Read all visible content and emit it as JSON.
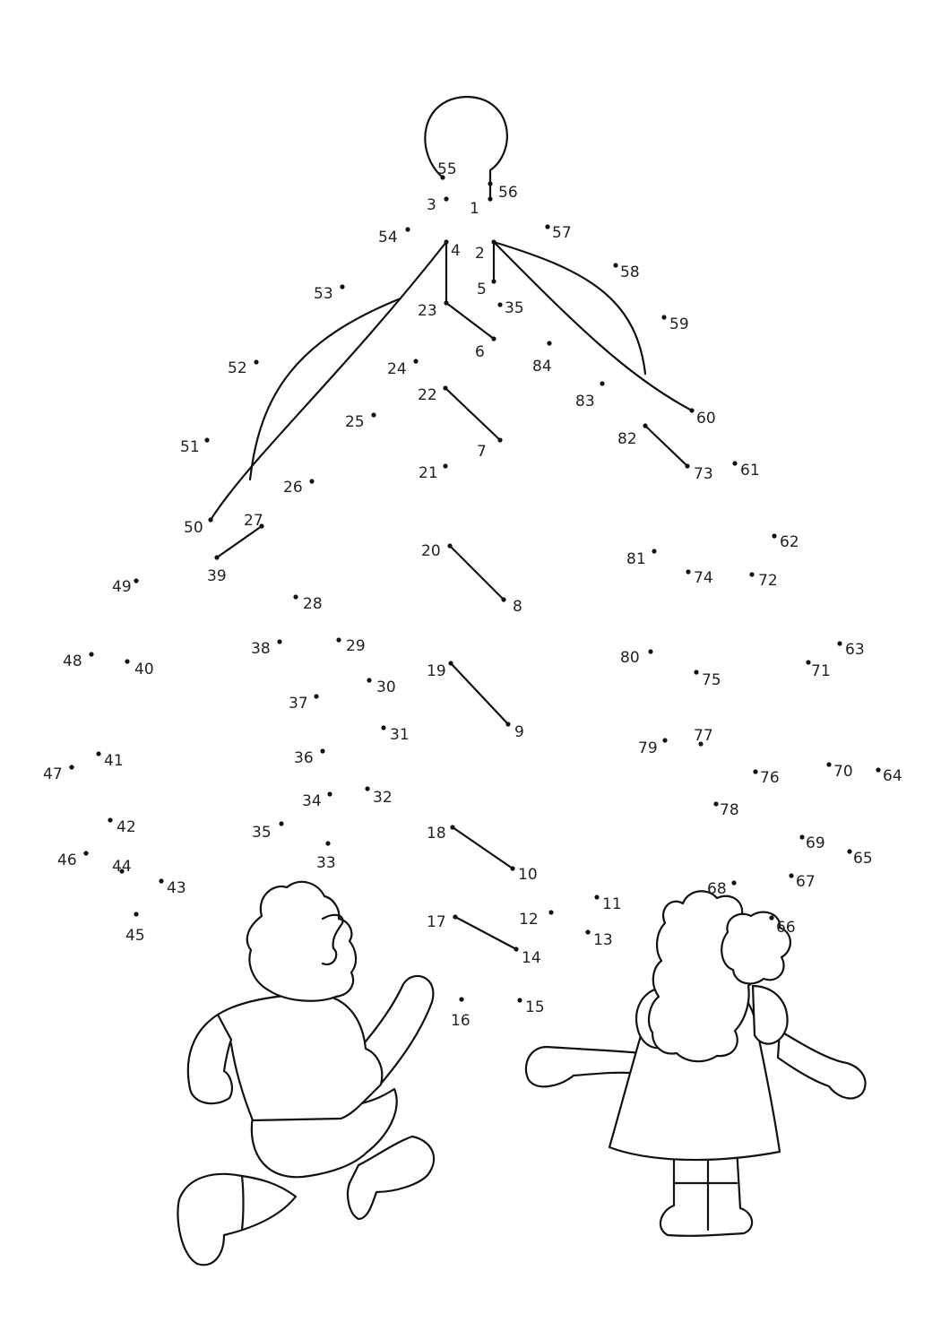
{
  "worksheet": {
    "dot_labels": [
      "1",
      "2",
      "3",
      "4",
      "5",
      "6",
      "7",
      "8",
      "9",
      "10",
      "11",
      "12",
      "13",
      "14",
      "15",
      "16",
      "17",
      "18",
      "19",
      "20",
      "21",
      "22",
      "23",
      "24",
      "25",
      "26",
      "27",
      "28",
      "29",
      "30",
      "31",
      "32",
      "33",
      "34",
      "35",
      "36",
      "37",
      "38",
      "39",
      "40",
      "41",
      "42",
      "43",
      "44",
      "45",
      "46",
      "47",
      "48",
      "49",
      "50",
      "51",
      "52",
      "53",
      "54",
      "55",
      "56",
      "57",
      "58",
      "59",
      "60",
      "61",
      "62",
      "63",
      "64",
      "65",
      "66",
      "67",
      "68",
      "69",
      "70",
      "71",
      "72",
      "73",
      "74",
      "75",
      "76",
      "77",
      "78",
      "79",
      "80",
      "81",
      "82",
      "83",
      "84",
      "35"
    ]
  },
  "colors": {
    "ink": "#111111",
    "paper": "#ffffff"
  }
}
